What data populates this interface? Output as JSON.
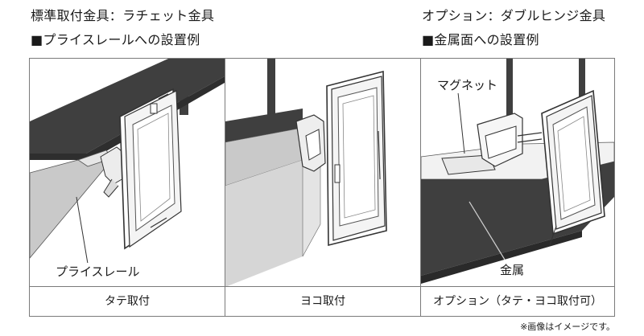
{
  "headers": {
    "left_title": "標準取付金具：ラチェット金具",
    "left_subtitle": "■プライスレールへの設置例",
    "right_title": "オプション：ダブルヒンジ金具",
    "right_subtitle": "■金属面への設置例"
  },
  "panels": [
    {
      "caption": "タテ取付",
      "callout": "プライスレール"
    },
    {
      "caption": "ヨコ取付"
    },
    {
      "caption": "オプション（タテ・ヨコ取付可）",
      "callout_top": "マグネット",
      "callout_bottom": "金属"
    }
  ],
  "footnote": "※画像はイメージです。",
  "colors": {
    "shelf_dark": "#3f3f3f",
    "rail_gray": "#c9c9c9",
    "line": "#333333",
    "border": "#7a7a7a"
  }
}
